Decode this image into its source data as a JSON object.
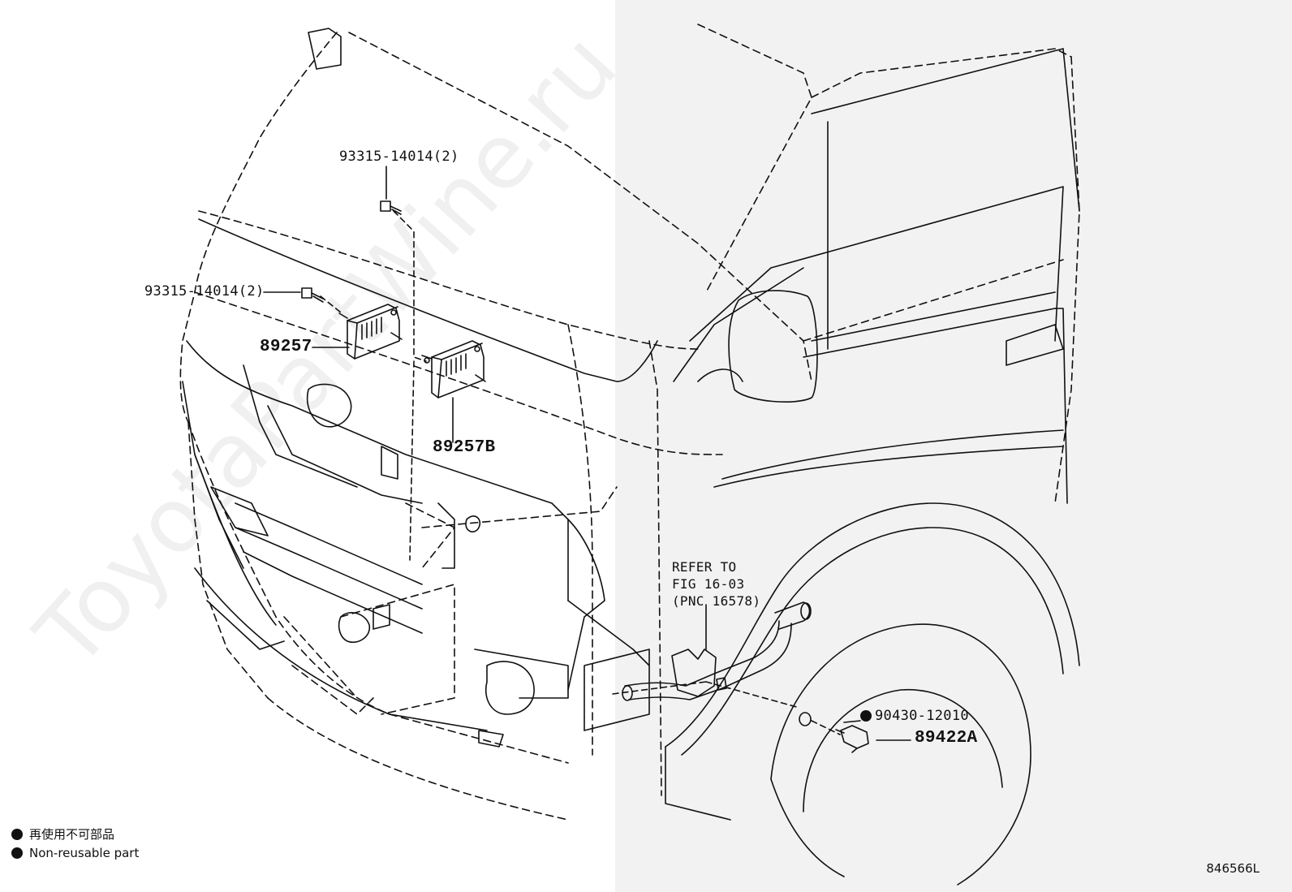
{
  "watermark": "ToyotaPartWine.ru",
  "callouts": {
    "bolt_top": "93315-14014(2)",
    "bolt_left": "93315-14014(2)",
    "part_89257": "89257",
    "part_89257b": "89257B",
    "ring_90430": "90430-12010",
    "part_89422a": "89422A"
  },
  "reference": {
    "line1": "REFER TO",
    "line2": "FIG 16-03",
    "line3": "(PNC 16578)"
  },
  "legend": [
    {
      "label": "再使用不可部品",
      "icon": "filled-circle-icon"
    },
    {
      "label": "Non-reusable part",
      "icon": "filled-circle-icon"
    }
  ],
  "illustration_code": "846566L",
  "colors": {
    "ink": "#111111",
    "shade": "#f2f2f2"
  }
}
